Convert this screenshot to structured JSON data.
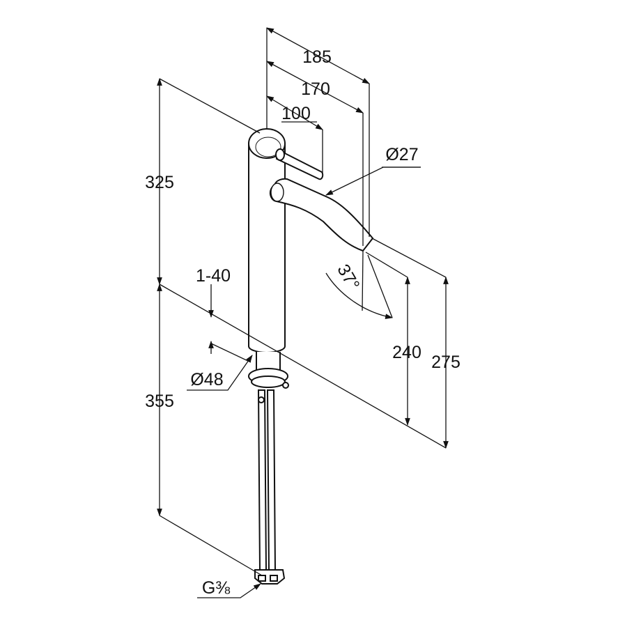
{
  "dimensions": {
    "d185": "185",
    "d170": "170",
    "d100": "100",
    "d27": "Ø27",
    "d325": "325",
    "d1_40": "1-40",
    "d37": "37°",
    "d240": "240",
    "d275": "275",
    "d48": "Ø48",
    "d355": "355",
    "thread": "G⅜"
  },
  "colors": {
    "line": "#111111",
    "background": "#ffffff"
  }
}
